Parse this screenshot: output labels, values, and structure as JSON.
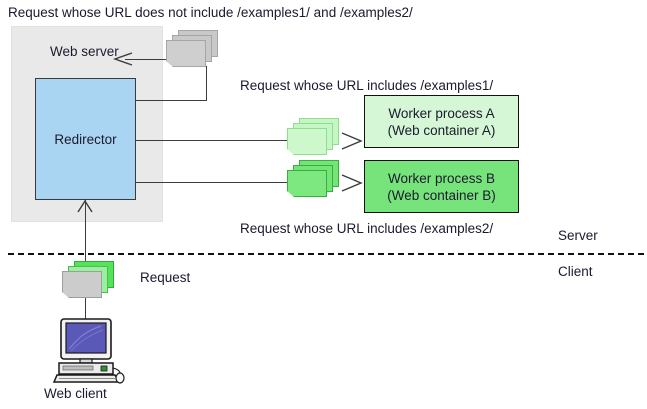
{
  "diagram": {
    "title_note_top": "Request whose URL does not include /examples1/ and /examples2/",
    "note_examples1": "Request whose URL includes /examples1/",
    "note_examples2": "Request whose URL includes /examples2/",
    "server_label": "Web server",
    "redirector_label": "Redirector",
    "worker_a": {
      "line1": "Worker process A",
      "line2": "(Web container A)"
    },
    "worker_b": {
      "line1": "Worker process B",
      "line2": "(Web container B)"
    },
    "zone_server": "Server",
    "zone_client": "Client",
    "request_label": "Request",
    "client_label": "Web client",
    "colors": {
      "server_region": "#e9e9e9",
      "redirector": "#a9d5f2",
      "worker_a": "#d6f7d6",
      "worker_b": "#76e47a",
      "request_gray": "#c9c9c9",
      "request_green": "#57e25c",
      "line": "#3c3c3c",
      "text": "#1a1a2e",
      "boundary": "#111111"
    },
    "icons": {
      "document_stack": "document-stack-icon",
      "computer": "desktop-computer-icon",
      "arrow": "arrow-head-icon"
    }
  }
}
